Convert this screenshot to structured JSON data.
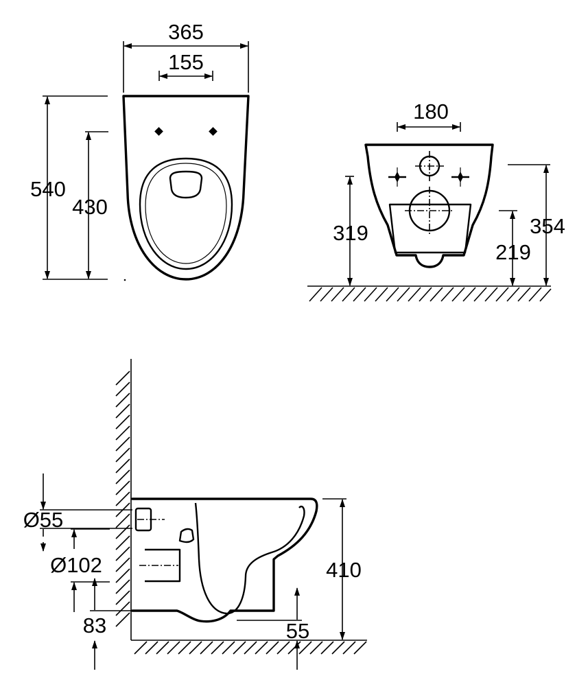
{
  "diagram": {
    "top_view": {
      "labels": {
        "overall_width": "365",
        "fixing_width": "155",
        "overall_length": "540",
        "fixing_to_front": "430"
      }
    },
    "front_view": {
      "labels": {
        "fixing_spacing": "180",
        "fixing_height": "319",
        "overall_height": "354",
        "outlet_height": "219"
      }
    },
    "side_view": {
      "labels": {
        "inlet_diameter": "Ø55",
        "outlet_diameter": "Ø102",
        "outlet_offset": "83",
        "base_gap": "55",
        "rim_height": "410"
      }
    }
  }
}
